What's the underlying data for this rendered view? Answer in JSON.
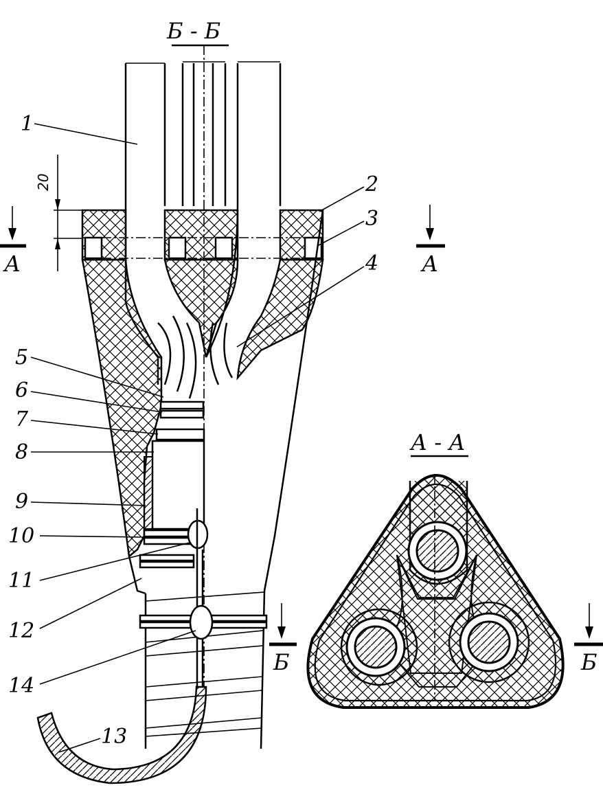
{
  "sections": {
    "bb": "Б - Б",
    "aa": "А - А",
    "cut_a": "А",
    "cut_b": "Б"
  },
  "dimension": {
    "value": "20"
  },
  "callouts": [
    "1",
    "2",
    "3",
    "4",
    "5",
    "6",
    "7",
    "8",
    "9",
    "10",
    "11",
    "12",
    "13",
    "14"
  ],
  "colors": {
    "ink": "#000000",
    "paper": "#ffffff"
  }
}
